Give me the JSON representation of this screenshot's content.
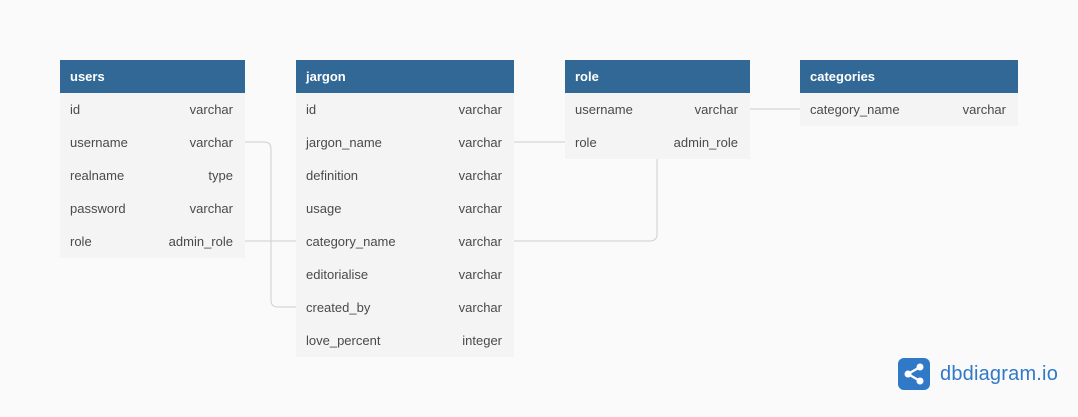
{
  "colors": {
    "header": "#316896",
    "row_bg": "#f4f4f4",
    "connector": "#cfcfcf",
    "brand": "#2f79c7"
  },
  "tables": {
    "users": {
      "title": "users",
      "fields": [
        {
          "name": "id",
          "type": "varchar"
        },
        {
          "name": "username",
          "type": "varchar"
        },
        {
          "name": "realname",
          "type": "type"
        },
        {
          "name": "password",
          "type": "varchar"
        },
        {
          "name": "role",
          "type": "admin_role"
        }
      ]
    },
    "jargon": {
      "title": "jargon",
      "fields": [
        {
          "name": "id",
          "type": "varchar"
        },
        {
          "name": "jargon_name",
          "type": "varchar"
        },
        {
          "name": "definition",
          "type": "varchar"
        },
        {
          "name": "usage",
          "type": "varchar"
        },
        {
          "name": "category_name",
          "type": "varchar"
        },
        {
          "name": "editorialise",
          "type": "varchar"
        },
        {
          "name": "created_by",
          "type": "varchar"
        },
        {
          "name": "love_percent",
          "type": "integer"
        }
      ]
    },
    "role": {
      "title": "role",
      "fields": [
        {
          "name": "username",
          "type": "varchar"
        },
        {
          "name": "role",
          "type": "admin_role"
        }
      ]
    },
    "categories": {
      "title": "categories",
      "fields": [
        {
          "name": "category_name",
          "type": "varchar"
        }
      ]
    }
  },
  "brand": {
    "icon": "dbdiagram-share-icon",
    "text": "dbdiagram.io"
  }
}
